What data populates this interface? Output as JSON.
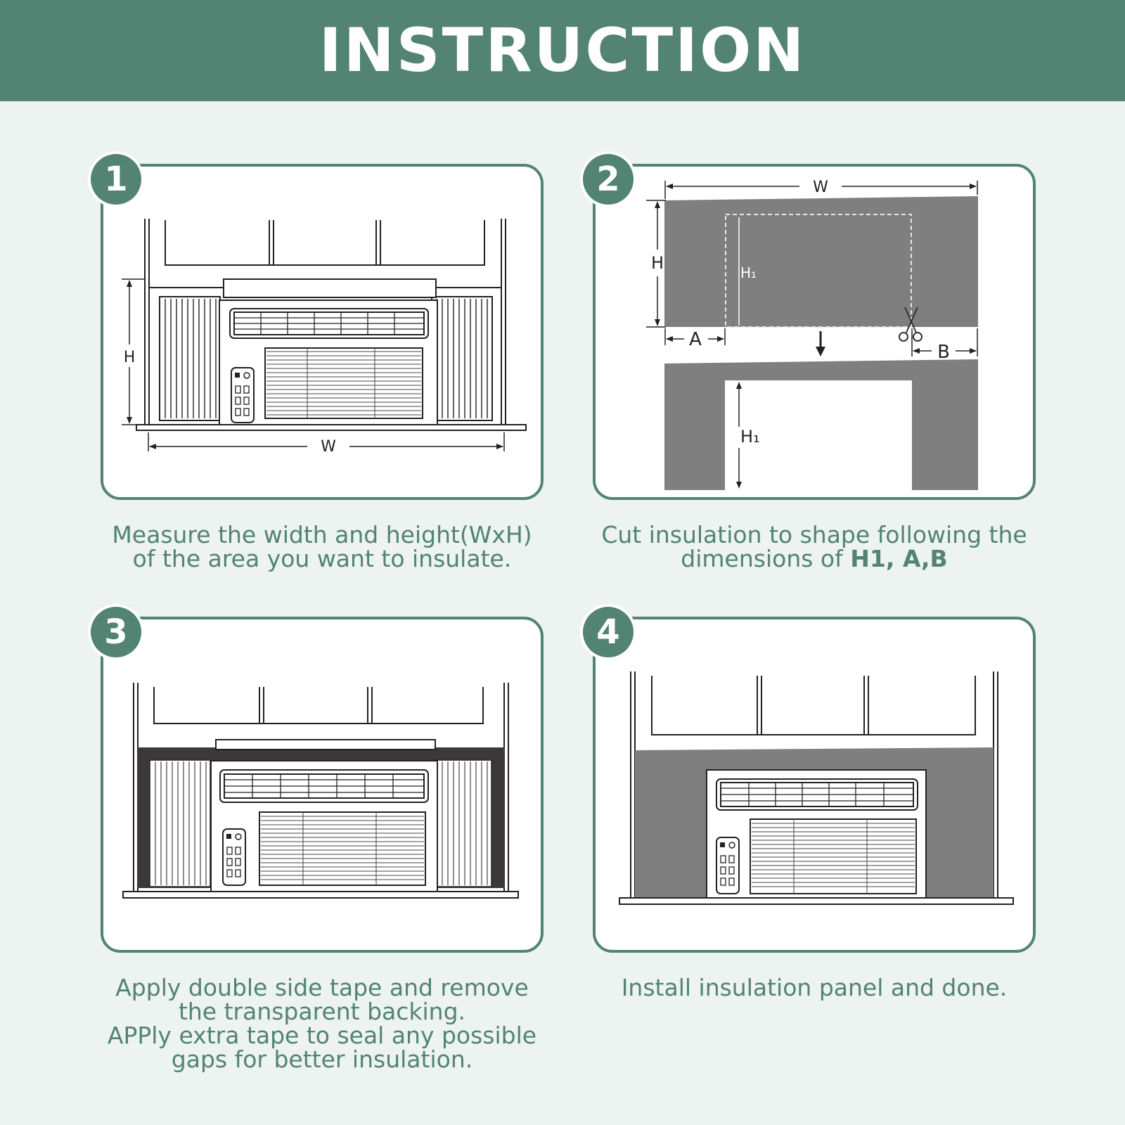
{
  "header": {
    "title": "INSTRUCTION"
  },
  "steps": [
    {
      "number": "1",
      "caption": [
        "Measure the width and height(WxH)",
        "of the area you want to insulate."
      ],
      "labels": {
        "h": "H",
        "w": "W"
      }
    },
    {
      "number": "2",
      "caption_line1": "Cut insulation to shape following the",
      "caption_line2_prefix": "dimensions of ",
      "caption_line2_bold": "H1, A,B",
      "labels": {
        "w": "W",
        "h": "H",
        "h1": "H₁",
        "a": "A",
        "b": "B"
      }
    },
    {
      "number": "3",
      "caption": [
        "Apply double side tape and remove",
        "the transparent backing.",
        "APPly extra tape to seal any possible",
        "gaps for better insulation."
      ]
    },
    {
      "number": "4",
      "caption": [
        "Install insulation panel and done."
      ]
    }
  ],
  "colors": {
    "brand_green": "#528373",
    "background": "#ecf3f1",
    "insulation_gray": "#7f7f7f"
  }
}
